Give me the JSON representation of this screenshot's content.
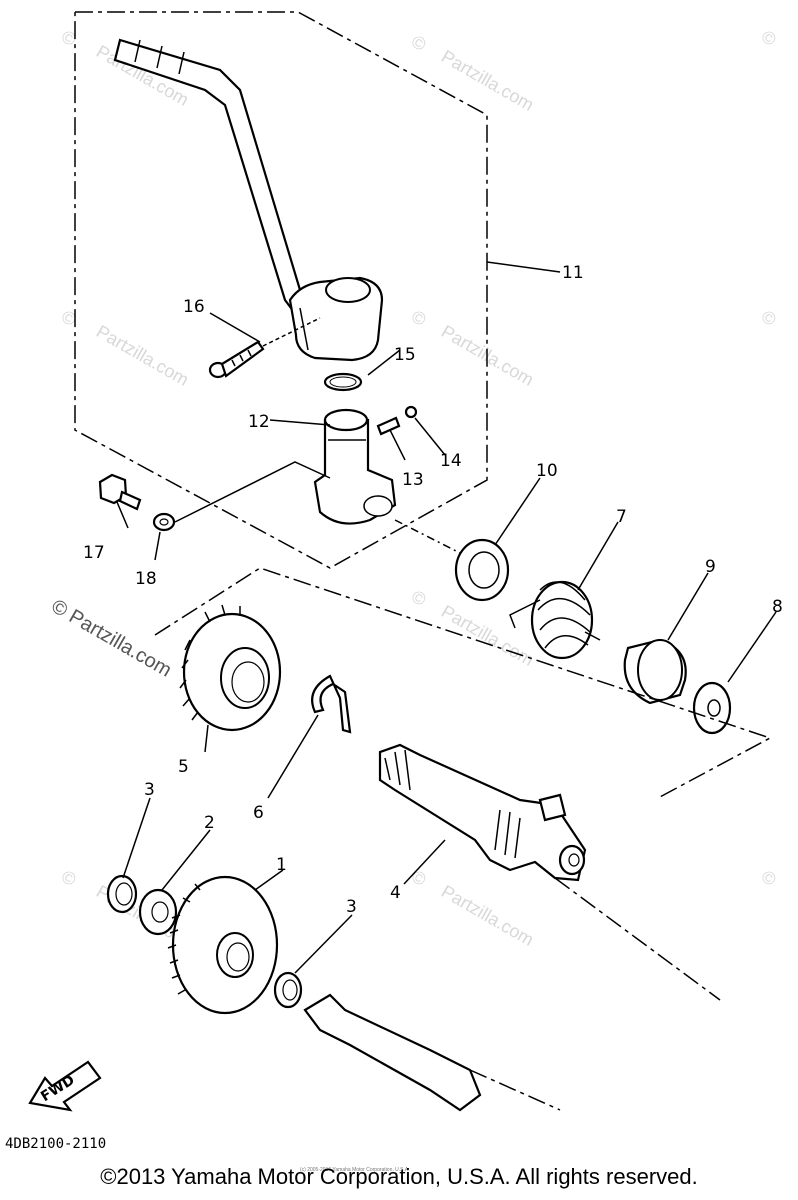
{
  "watermarks": {
    "symbol": "©",
    "site": "Partzilla.com",
    "prominent": "© Partzilla.com"
  },
  "callouts": {
    "c1": "1",
    "c2": "2",
    "c3a": "3",
    "c3b": "3",
    "c4": "4",
    "c5": "5",
    "c6": "6",
    "c7": "7",
    "c8": "8",
    "c9": "9",
    "c10": "10",
    "c11": "11",
    "c12": "12",
    "c13": "13",
    "c14": "14",
    "c15": "15",
    "c16": "16",
    "c17": "17",
    "c18": "18"
  },
  "fwd_label": "FWD",
  "diagram_code": "4DB2100-2110",
  "fine_print": "(c) 2005-2016 Yamaha Motor Corporation, U.S.A.",
  "copyright": "©2013 Yamaha Motor Corporation, U.S.A. All rights reserved."
}
